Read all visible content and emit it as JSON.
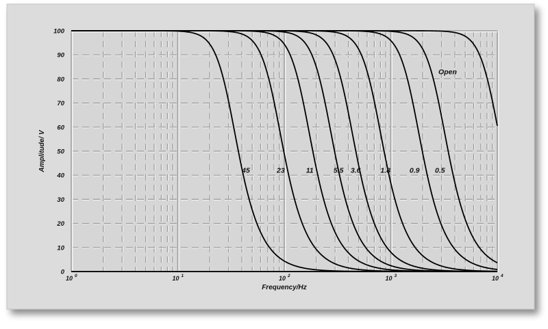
{
  "chart_data": {
    "type": "line",
    "title": "",
    "xlabel": "Frequency/Hz",
    "ylabel": "Amplitude/ V",
    "xscale": "log",
    "xlim": [
      1,
      10000
    ],
    "ylim": [
      0,
      100
    ],
    "grid": true,
    "legend": "none (curves labeled inline)",
    "x_ticks": [
      {
        "value": 1,
        "base": "10",
        "exp": "0"
      },
      {
        "value": 10,
        "base": "10",
        "exp": "1"
      },
      {
        "value": 100,
        "base": "10",
        "exp": "2"
      },
      {
        "value": 1000,
        "base": "10",
        "exp": "3"
      },
      {
        "value": 10000,
        "base": "10",
        "exp": "4"
      }
    ],
    "y_ticks": [
      0,
      10,
      20,
      30,
      40,
      50,
      60,
      70,
      80,
      90,
      100
    ],
    "series": [
      {
        "name": "45",
        "fc": 30,
        "label_at": [
          40,
          41
        ]
      },
      {
        "name": "23",
        "fc": 80,
        "label_at": [
          85,
          41
        ]
      },
      {
        "name": "11",
        "fc": 150,
        "label_at": [
          160,
          41
        ]
      },
      {
        "name": "5.5",
        "fc": 240,
        "label_at": [
          290,
          41
        ]
      },
      {
        "name": "3.6",
        "fc": 380,
        "label_at": [
          420,
          41
        ]
      },
      {
        "name": "1.8",
        "fc": 700,
        "label_at": [
          800,
          41
        ]
      },
      {
        "name": "0.9",
        "fc": 1600,
        "label_at": [
          1500,
          41
        ]
      },
      {
        "name": "0.5",
        "fc": 2800,
        "label_at": [
          2600,
          41
        ]
      },
      {
        "name": "Open",
        "fc": 9000,
        "label_at": [
          2800,
          82
        ]
      }
    ]
  }
}
